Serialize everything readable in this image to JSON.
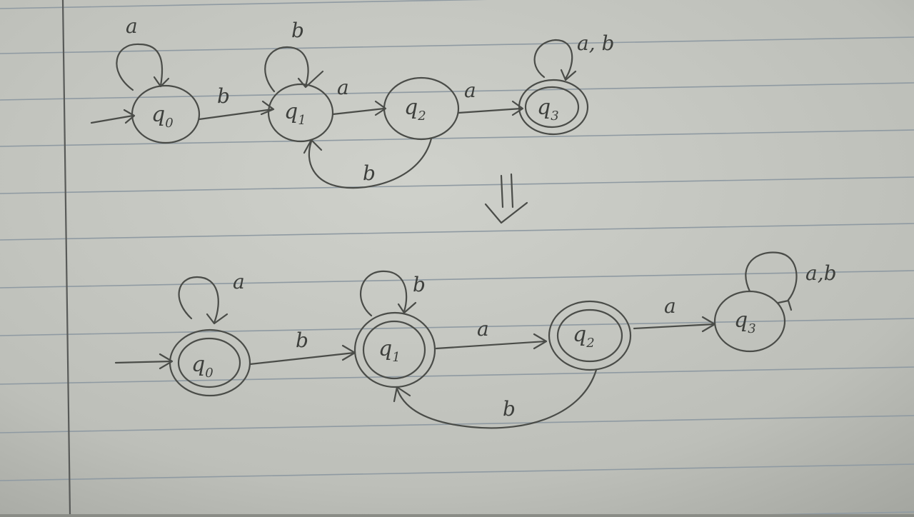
{
  "diagrams": [
    {
      "states": [
        {
          "id": "q0",
          "letter": "q",
          "sub": "0",
          "start": true,
          "accepting": false
        },
        {
          "id": "q1",
          "letter": "q",
          "sub": "1",
          "start": false,
          "accepting": false
        },
        {
          "id": "q2",
          "letter": "q",
          "sub": "2",
          "start": false,
          "accepting": false
        },
        {
          "id": "q3",
          "letter": "q",
          "sub": "3",
          "start": false,
          "accepting": true
        }
      ],
      "transitions": [
        {
          "from": "q0",
          "to": "q0",
          "label": "a"
        },
        {
          "from": "q0",
          "to": "q1",
          "label": "b"
        },
        {
          "from": "q1",
          "to": "q1",
          "label": "b"
        },
        {
          "from": "q1",
          "to": "q2",
          "label": "a"
        },
        {
          "from": "q2",
          "to": "q3",
          "label": "a"
        },
        {
          "from": "q2",
          "to": "q1",
          "label": "b"
        },
        {
          "from": "q3",
          "to": "q3",
          "label": "a, b"
        }
      ]
    },
    {
      "states": [
        {
          "id": "q0",
          "letter": "q",
          "sub": "0",
          "start": true,
          "accepting": true
        },
        {
          "id": "q1",
          "letter": "q",
          "sub": "1",
          "start": false,
          "accepting": true
        },
        {
          "id": "q2",
          "letter": "q",
          "sub": "2",
          "start": false,
          "accepting": true
        },
        {
          "id": "q3",
          "letter": "q",
          "sub": "3",
          "start": false,
          "accepting": false
        }
      ],
      "transitions": [
        {
          "from": "q0",
          "to": "q0",
          "label": "a"
        },
        {
          "from": "q0",
          "to": "q1",
          "label": "b"
        },
        {
          "from": "q1",
          "to": "q1",
          "label": "b"
        },
        {
          "from": "q1",
          "to": "q2",
          "label": "a"
        },
        {
          "from": "q2",
          "to": "q3",
          "label": "a"
        },
        {
          "from": "q2",
          "to": "q1",
          "label": "b"
        },
        {
          "from": "q3",
          "to": "q3",
          "label": "a,b"
        }
      ]
    }
  ],
  "colors": {
    "paper": "#c4c6c0",
    "rule": "#8f9aa2",
    "margin": "#585a58",
    "ink": "#4a4c48"
  }
}
